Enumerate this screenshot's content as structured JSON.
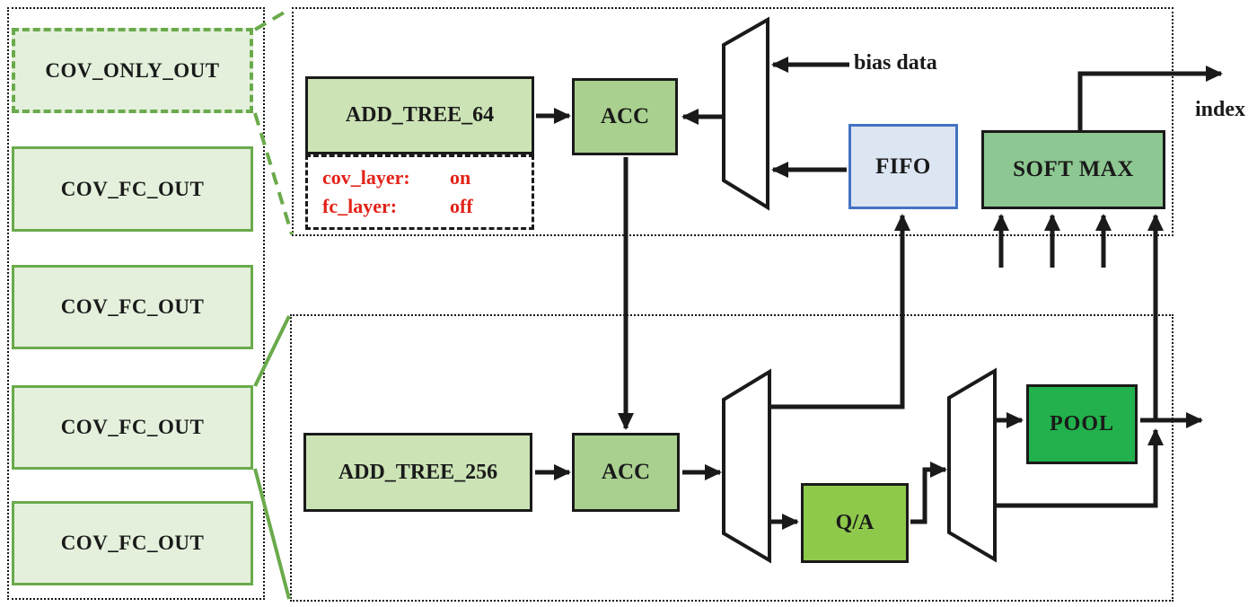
{
  "colors": {
    "ink": "#1a1a1a",
    "panel-border": "#161616",
    "box-green-light": "#e4f0dc",
    "box-green-border": "#6aaa4b",
    "addtree-fill": "#cbe3b5",
    "acc-fill": "#a9d08f",
    "softmax-fill": "#8dc791",
    "qa-fill": "#8fc94c",
    "pool-fill": "#22b14c",
    "fifo-fill": "#dce5f2",
    "fifo-border": "#4472c4",
    "red-text": "#e32219",
    "white": "#ffffff"
  },
  "left_panel": {
    "items": [
      {
        "label": "COV_ONLY_OUT",
        "border_style": "dashed"
      },
      {
        "label": "COV_FC_OUT",
        "border_style": "solid"
      },
      {
        "label": "COV_FC_OUT",
        "border_style": "solid"
      },
      {
        "label": "COV_FC_OUT",
        "border_style": "solid"
      },
      {
        "label": "COV_FC_OUT",
        "border_style": "solid"
      }
    ]
  },
  "top_pipeline": {
    "add_tree_label": "ADD_TREE_64",
    "acc_label": "ACC",
    "params": {
      "line1_key": "cov_layer:",
      "line1_value": "on",
      "line2_key": "fc_layer:",
      "line2_value": "off"
    },
    "bias_label": "bias data",
    "fifo_label": "FIFO",
    "softmax_label": "SOFT MAX",
    "index_label": "index"
  },
  "bottom_pipeline": {
    "add_tree_label": "ADD_TREE_256",
    "acc_label": "ACC",
    "qa_label": "Q/A",
    "pool_label": "POOL"
  }
}
